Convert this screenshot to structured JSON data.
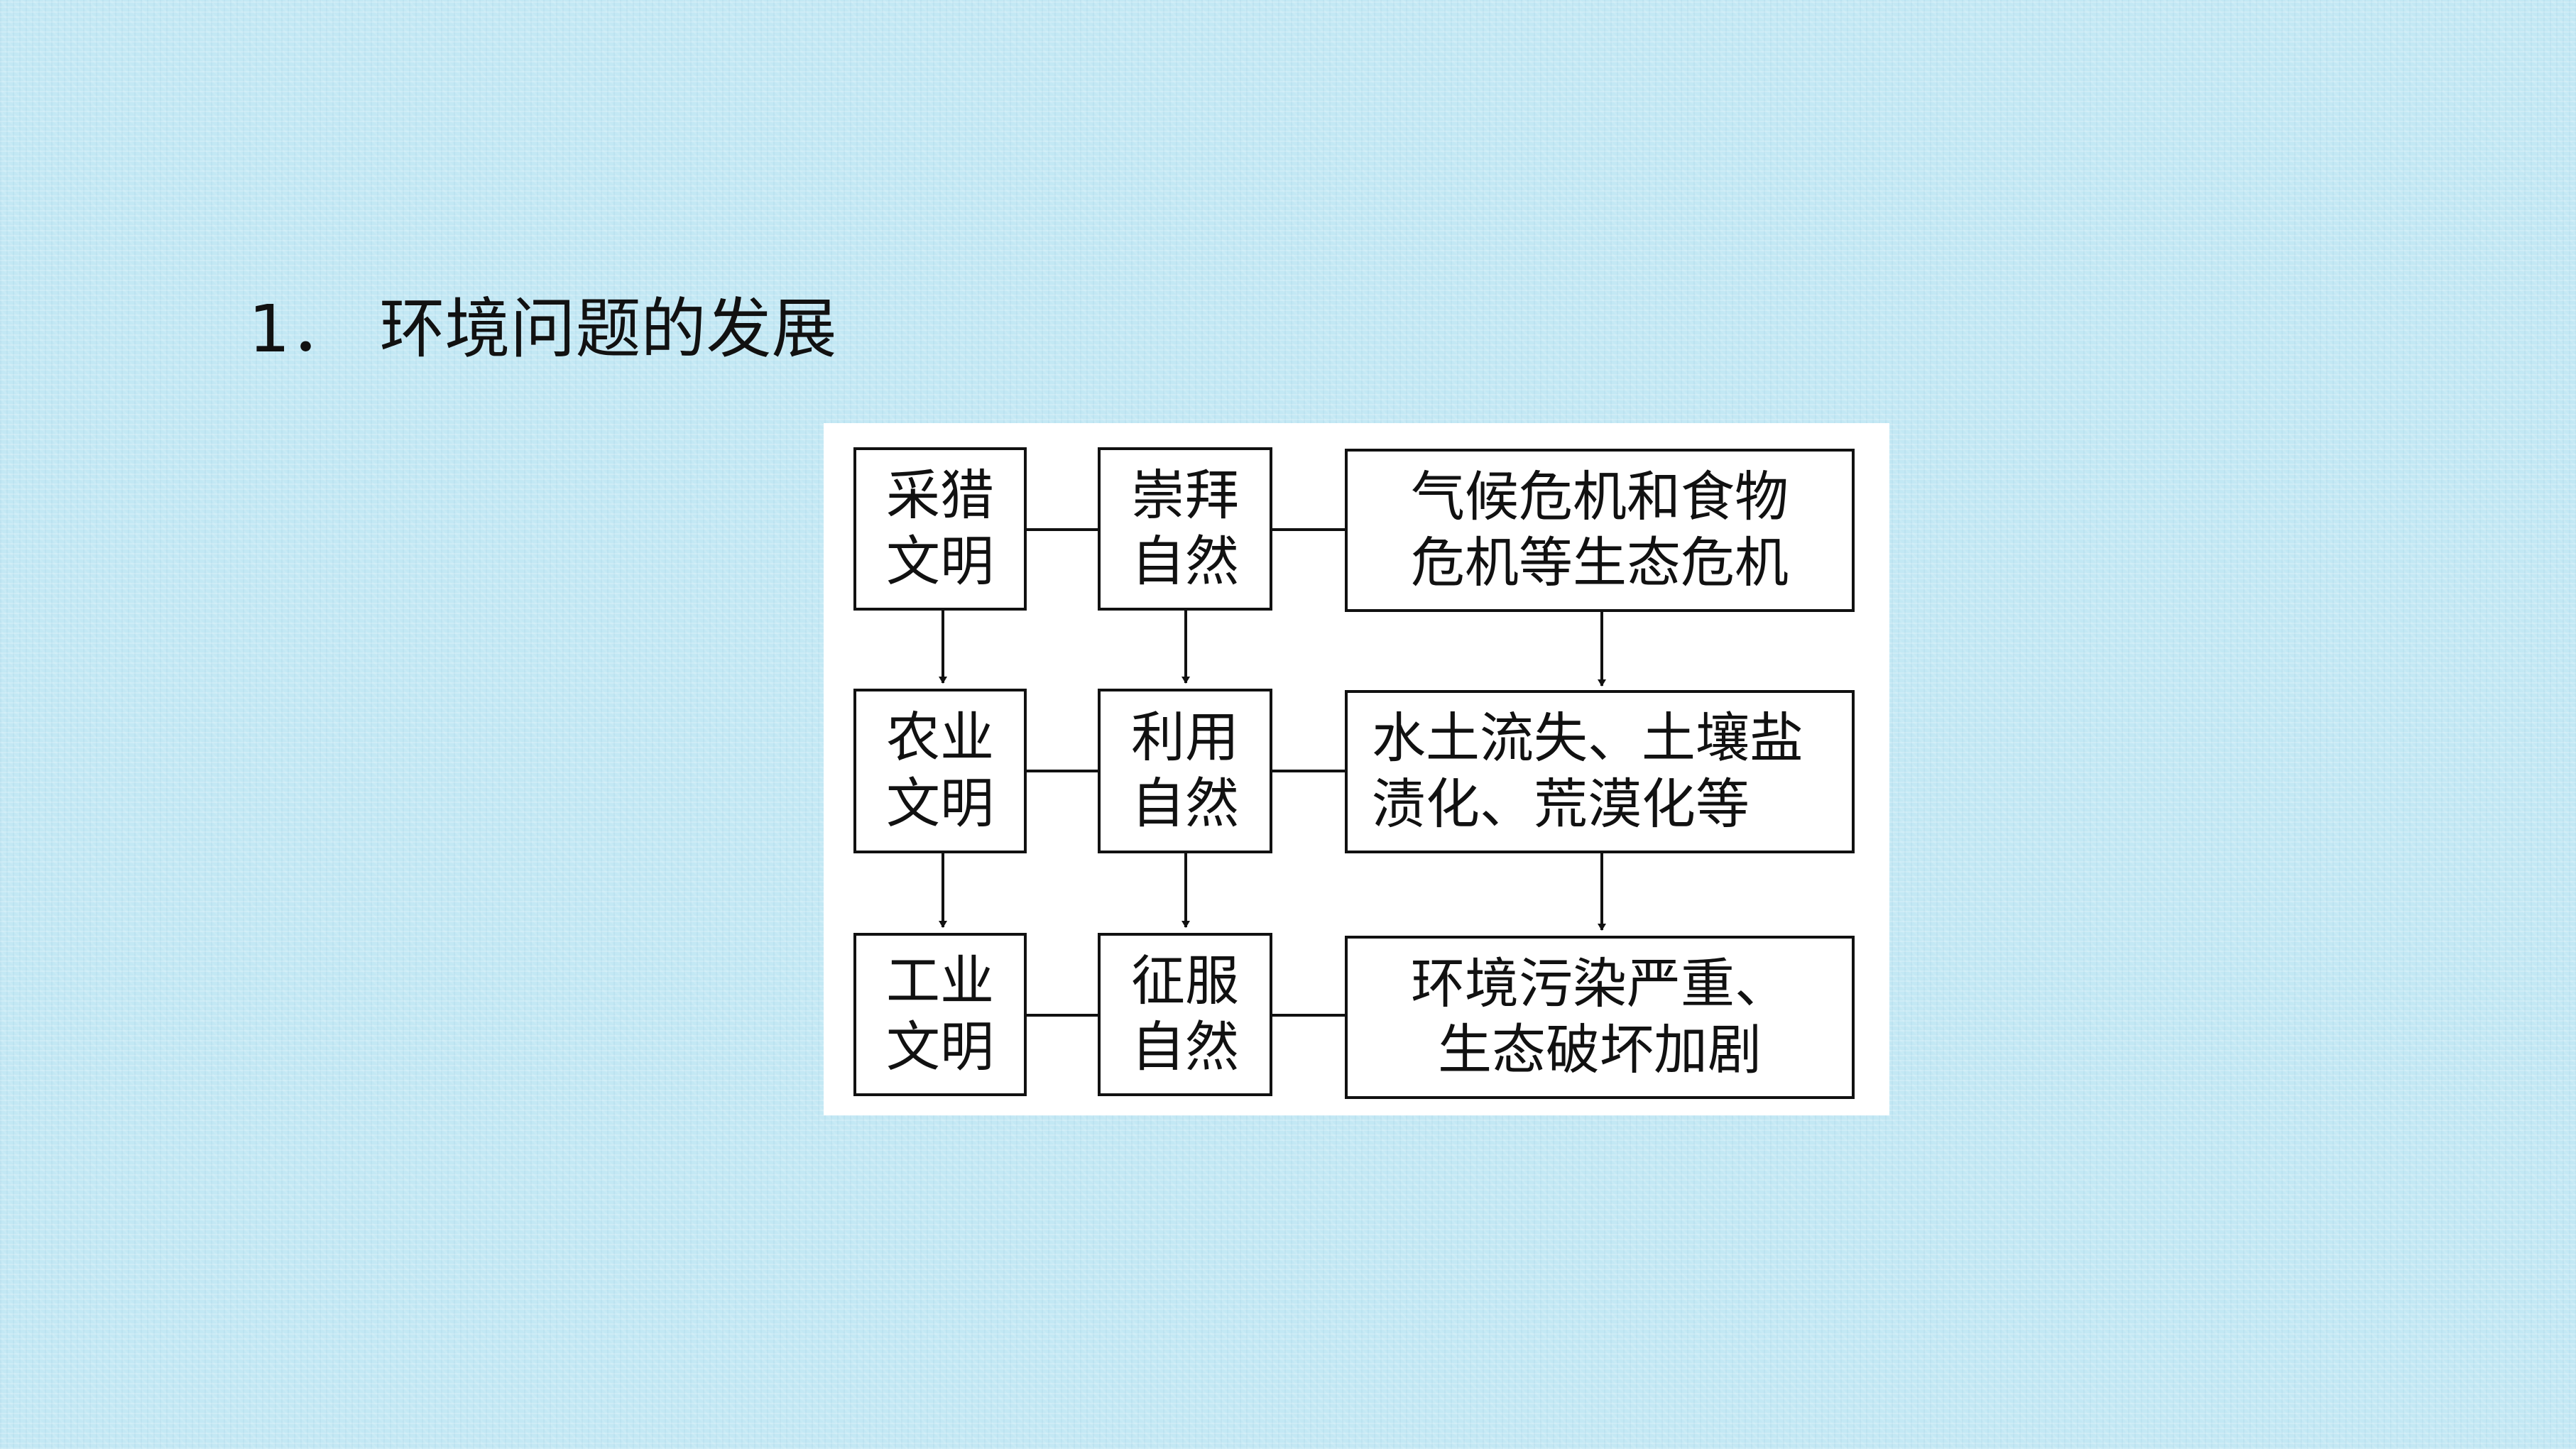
{
  "title": {
    "number": "1．",
    "text": "环境问题的发展"
  },
  "diagram": {
    "rows": [
      {
        "civilization": [
          "采猎",
          "文明"
        ],
        "attitude": [
          "崇拜",
          "自然"
        ],
        "problem": [
          "气候危机和食物",
          "危机等生态危机"
        ]
      },
      {
        "civilization": [
          "农业",
          "文明"
        ],
        "attitude": [
          "利用",
          "自然"
        ],
        "problem": [
          "水土流失、土壤盐",
          "渍化、荒漠化等"
        ]
      },
      {
        "civilization": [
          "工业",
          "文明"
        ],
        "attitude": [
          "征服",
          "自然"
        ],
        "problem": [
          "环境污染严重、",
          "生态破坏加剧"
        ]
      }
    ]
  }
}
